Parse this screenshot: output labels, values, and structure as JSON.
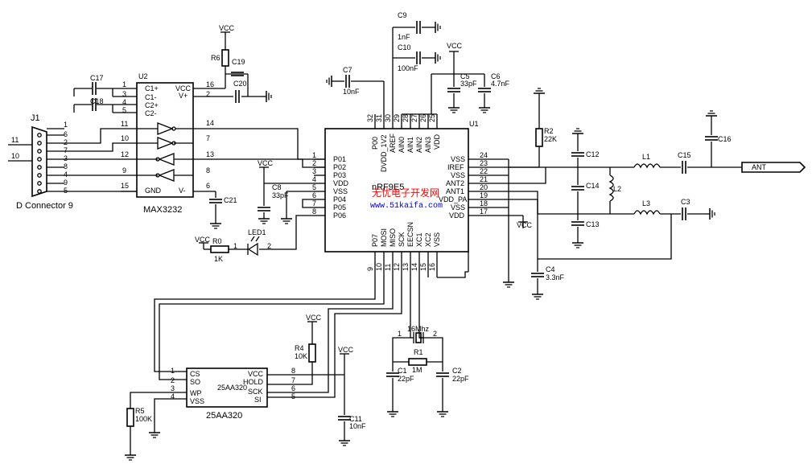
{
  "connector": {
    "ref": "J1",
    "name": "D Connector 9",
    "pins_left": [
      "1",
      "6",
      "2",
      "7",
      "3",
      "8",
      "4",
      "9",
      "5"
    ],
    "side_labels": [
      "11",
      "10"
    ]
  },
  "u2": {
    "ref": "U2",
    "name": "MAX3232",
    "left_pins": [
      {
        "n": "1",
        "name": "C1+"
      },
      {
        "n": "3",
        "name": "C1-"
      },
      {
        "n": "4",
        "name": "C2+"
      },
      {
        "n": "5",
        "name": "C2-"
      }
    ],
    "right_pins": [
      {
        "n": "16",
        "name": "VCC"
      },
      {
        "n": "2",
        "name": "V+"
      }
    ],
    "io_left": [
      "11",
      "10",
      "12",
      "9"
    ],
    "io_right": [
      "14",
      "7",
      "13",
      "8"
    ],
    "gnd": {
      "n": "15",
      "name": "GND"
    },
    "vminus": {
      "n": "6",
      "name": "V-"
    }
  },
  "u1": {
    "ref": "U1",
    "name": "nRF9E5",
    "watermark_cn": "无忧电子开发网",
    "watermark_url": "www.51kaifa.com",
    "left_pins": [
      {
        "n": "1",
        "name": "P01"
      },
      {
        "n": "2",
        "name": "P02"
      },
      {
        "n": "3",
        "name": "P03"
      },
      {
        "n": "4",
        "name": "VDD"
      },
      {
        "n": "5",
        "name": "VSS"
      },
      {
        "n": "6",
        "name": "P04"
      },
      {
        "n": "7",
        "name": "P05"
      },
      {
        "n": "8",
        "name": "P06"
      }
    ],
    "right_pins": [
      {
        "n": "24",
        "name": "VSS"
      },
      {
        "n": "23",
        "name": "IREF"
      },
      {
        "n": "22",
        "name": "VSS"
      },
      {
        "n": "21",
        "name": "ANT2"
      },
      {
        "n": "20",
        "name": "ANT1"
      },
      {
        "n": "19",
        "name": "VDD_PA"
      },
      {
        "n": "18",
        "name": "VSS"
      },
      {
        "n": "17",
        "name": "VDD"
      }
    ],
    "top_pins": [
      {
        "n": "32",
        "name": "P00"
      },
      {
        "n": "31",
        "name": "DVDD_1V2"
      },
      {
        "n": "30",
        "name": "AREF"
      },
      {
        "n": "29",
        "name": "AIN0"
      },
      {
        "n": "28",
        "name": "AIN1"
      },
      {
        "n": "27",
        "name": "AIN2"
      },
      {
        "n": "26",
        "name": "AIN3"
      },
      {
        "n": "25",
        "name": "VDD"
      }
    ],
    "bottom_pins": [
      {
        "n": "9",
        "name": "P07"
      },
      {
        "n": "10",
        "name": "MOSI"
      },
      {
        "n": "11",
        "name": "MISO"
      },
      {
        "n": "12",
        "name": "SCK"
      },
      {
        "n": "13",
        "name": "EECSN"
      },
      {
        "n": "14",
        "name": "XC1"
      },
      {
        "n": "15",
        "name": "XC2"
      },
      {
        "n": "16",
        "name": "VSS"
      }
    ]
  },
  "eeprom": {
    "name": "25AA320",
    "ref": "25AA320",
    "left_pins": [
      {
        "n": "1",
        "name": "CS"
      },
      {
        "n": "2",
        "name": "SO"
      },
      {
        "n": "3",
        "name": "WP"
      },
      {
        "n": "4",
        "name": "VSS"
      }
    ],
    "right_pins": [
      {
        "n": "8",
        "name": "VCC"
      },
      {
        "n": "7",
        "name": "HOLD"
      },
      {
        "n": "6",
        "name": "SCK"
      },
      {
        "n": "5",
        "name": "SI"
      }
    ]
  },
  "parts": {
    "c9": {
      "ref": "C9",
      "val": "1nF"
    },
    "c10": {
      "ref": "C10",
      "val": "100nF"
    },
    "c7": {
      "ref": "C7",
      "val": "10nF"
    },
    "c5": {
      "ref": "C5",
      "val": "33pF"
    },
    "c6": {
      "ref": "C6",
      "val": "4.7nF"
    },
    "c8": {
      "ref": "C8",
      "val": "33pF"
    },
    "c4": {
      "ref": "C4",
      "val": "3.3nF"
    },
    "c1": {
      "ref": "C1",
      "val": "22pF"
    },
    "c2": {
      "ref": "C2",
      "val": "22pF"
    },
    "c11": {
      "ref": "C11",
      "val": "10nF"
    },
    "r6": {
      "ref": "R6"
    },
    "c19": {
      "ref": "C19"
    },
    "c20": {
      "ref": "C20"
    },
    "c17": {
      "ref": "C17"
    },
    "c18": {
      "ref": "C18"
    },
    "c21": {
      "ref": "C21"
    },
    "r0": {
      "ref": "R0",
      "val": "1K"
    },
    "led1": {
      "ref": "LED1"
    },
    "r2": {
      "ref": "R2",
      "val": "22K"
    },
    "r4": {
      "ref": "R4",
      "val": "10K"
    },
    "r5": {
      "ref": "R5",
      "val": "100K"
    },
    "r1": {
      "ref": "R1",
      "val": "1M"
    },
    "xtal": {
      "val": "16Mhz"
    },
    "c12": {
      "ref": "C12"
    },
    "c13": {
      "ref": "C13"
    },
    "c14": {
      "ref": "C14"
    },
    "c15": {
      "ref": "C15"
    },
    "c16": {
      "ref": "C16"
    },
    "c3": {
      "ref": "C3"
    },
    "l1": {
      "ref": "L1"
    },
    "l2": {
      "ref": "L2"
    },
    "l3": {
      "ref": "L3"
    }
  },
  "labels": {
    "vcc": "VCC",
    "ant": "ANT",
    "pin1": "1",
    "pin2": "2"
  }
}
